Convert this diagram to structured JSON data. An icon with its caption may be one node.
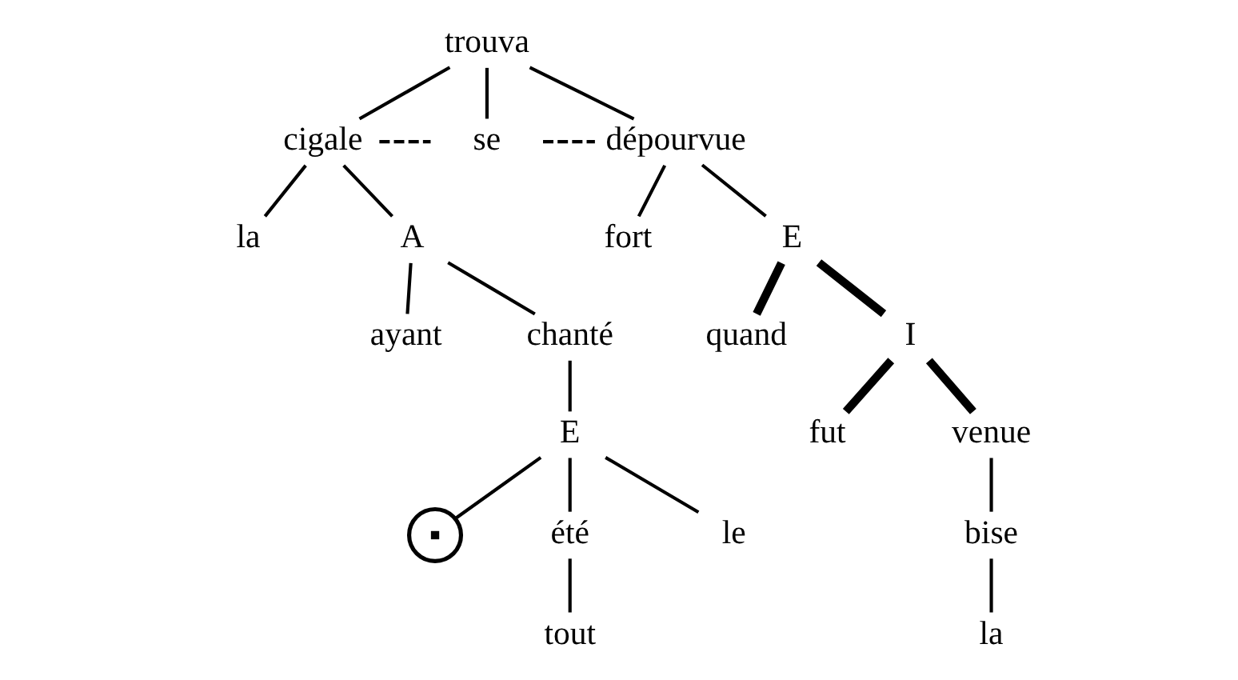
{
  "diagram": {
    "nodes": [
      {
        "text": [
          "trouva"
        ]
      },
      {
        "text": [
          "cigale"
        ]
      },
      {
        "text": [
          "se"
        ]
      },
      {
        "text": [
          "dépourvue"
        ]
      },
      {
        "text": [
          "la"
        ]
      },
      {
        "text": [
          "A"
        ]
      },
      {
        "text": [
          "fort"
        ]
      },
      {
        "text": [
          "E"
        ]
      },
      {
        "text": [
          "ayant"
        ]
      },
      {
        "text": [
          "chanté"
        ]
      },
      {
        "text": [
          "quand"
        ]
      },
      {
        "text": [
          "I"
        ]
      },
      {
        "text": [
          "E"
        ]
      },
      {
        "text": [
          "fut"
        ]
      },
      {
        "text": [
          "venue"
        ]
      },
      {
        "text": [],
        "shape": "circle"
      },
      {
        "text": [
          "été"
        ]
      },
      {
        "text": [
          "bise"
        ]
      },
      {
        "text": [
          "le"
        ]
      },
      {
        "text": [
          "tout"
        ]
      },
      {
        "text": [
          "la"
        ]
      }
    ],
    "edges": [
      {
        "from": 0,
        "to": 1,
        "arrow": "none"
      },
      {
        "from": 0,
        "to": 2,
        "arrow": "none"
      },
      {
        "from": 0,
        "to": 3,
        "arrow": "none"
      },
      {
        "from": 1,
        "to": 2,
        "arrow": "none",
        "style": "dashed"
      },
      {
        "from": 2,
        "to": 3,
        "arrow": "none",
        "style": "dashed"
      },
      {
        "from": 1,
        "to": 4,
        "arrow": "none"
      },
      {
        "from": 1,
        "to": 5,
        "arrow": "none"
      },
      {
        "from": 3,
        "to": 6,
        "arrow": "none"
      },
      {
        "from": 3,
        "to": 7,
        "arrow": "none"
      },
      {
        "from": 5,
        "to": 8,
        "arrow": "none"
      },
      {
        "from": 5,
        "to": 9,
        "arrow": "none"
      },
      {
        "from": 7,
        "to": 10,
        "arrow": "none",
        "style": "thick"
      },
      {
        "from": 7,
        "to": 11,
        "arrow": "none",
        "style": "thick"
      },
      {
        "from": 9,
        "to": 12,
        "arrow": "none"
      },
      {
        "from": 11,
        "to": 13,
        "arrow": "none",
        "style": "thick"
      },
      {
        "from": 11,
        "to": 14,
        "arrow": "none",
        "style": "thick"
      },
      {
        "from": 12,
        "to": 15,
        "arrow": "none"
      },
      {
        "from": 12,
        "to": 16,
        "arrow": "none"
      },
      {
        "from": 14,
        "to": 17,
        "arrow": "none"
      },
      {
        "from": 12,
        "to": 18,
        "arrow": "none"
      },
      {
        "from": 16,
        "to": 19,
        "arrow": "none"
      },
      {
        "from": 17,
        "to": 20,
        "arrow": "none"
      }
    ]
  }
}
